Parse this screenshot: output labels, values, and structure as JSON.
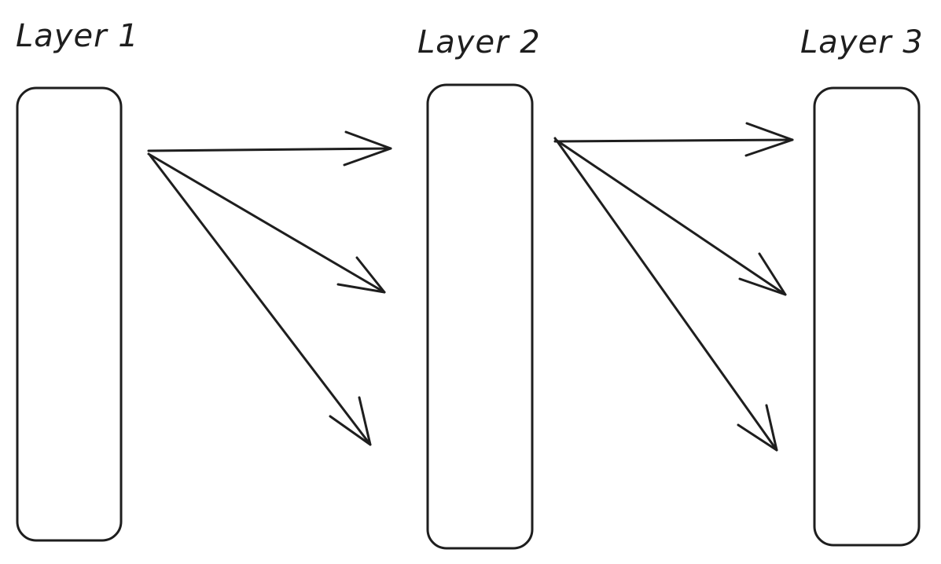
{
  "diagram": {
    "layers": [
      {
        "label": "Layer 1"
      },
      {
        "label": "Layer 2"
      },
      {
        "label": "Layer 3"
      }
    ]
  }
}
